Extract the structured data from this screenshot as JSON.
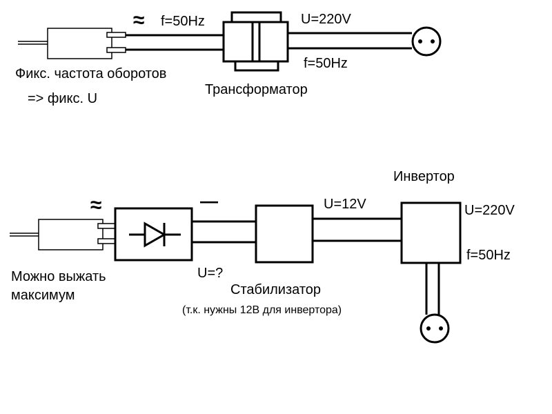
{
  "top": {
    "ac_symbol": "≈",
    "freq_label": "f=50Hz",
    "voltage_label": "U=220V",
    "freq_label_2": "f=50Hz",
    "generator_caption_1": "Фикс. частота оборотов",
    "generator_caption_2": "=> фикс. U",
    "transformer_label": "Трансформатор"
  },
  "bottom": {
    "ac_symbol": "≈",
    "dc_symbol": "—",
    "generator_caption_1": "Можно выжать",
    "generator_caption_2": "максимум",
    "rectifier_voltage_label": "U=?",
    "stabilizer_label": "Стабилизатор",
    "stabilizer_note": "(т.к. нужны 12В для инвертора)",
    "stabilized_voltage_label": "U=12V",
    "inverter_label": "Инвертор",
    "inverter_voltage_label": "U=220V",
    "inverter_freq_label": "f=50Hz"
  }
}
